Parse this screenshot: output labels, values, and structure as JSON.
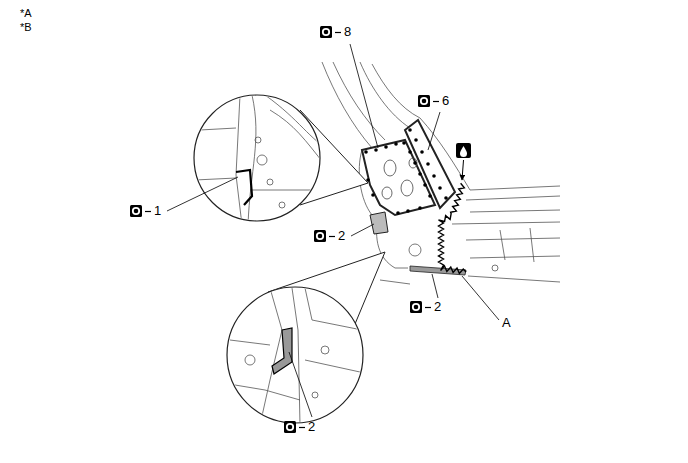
{
  "diagram": {
    "labels": [
      "*A",
      "*B",
      "8",
      "6",
      "1",
      "2",
      "2",
      "A",
      "2"
    ]
  }
}
